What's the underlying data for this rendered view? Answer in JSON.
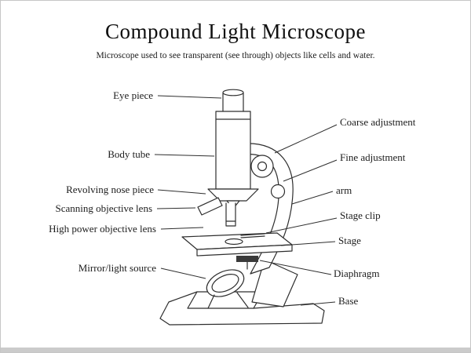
{
  "slide": {
    "title": "Compound Light Microscope",
    "subtitle": "Microscope used to see transparent (see through) objects like cells and water."
  },
  "labels": {
    "left": [
      {
        "text": "Eye piece"
      },
      {
        "text": "Body tube"
      },
      {
        "text": "Revolving nose piece"
      },
      {
        "text": "Scanning objective lens"
      },
      {
        "text": "High power objective lens"
      },
      {
        "text": "Mirror/light source"
      }
    ],
    "right": [
      {
        "text": "Coarse adjustment"
      },
      {
        "text": "Fine adjustment"
      },
      {
        "text": "arm"
      },
      {
        "text": "Stage clip"
      },
      {
        "text": "Stage"
      },
      {
        "text": "Diaphragm"
      },
      {
        "text": "Base"
      }
    ]
  },
  "colors": {
    "line": "#2e2e2e",
    "background": "#ffffff"
  }
}
